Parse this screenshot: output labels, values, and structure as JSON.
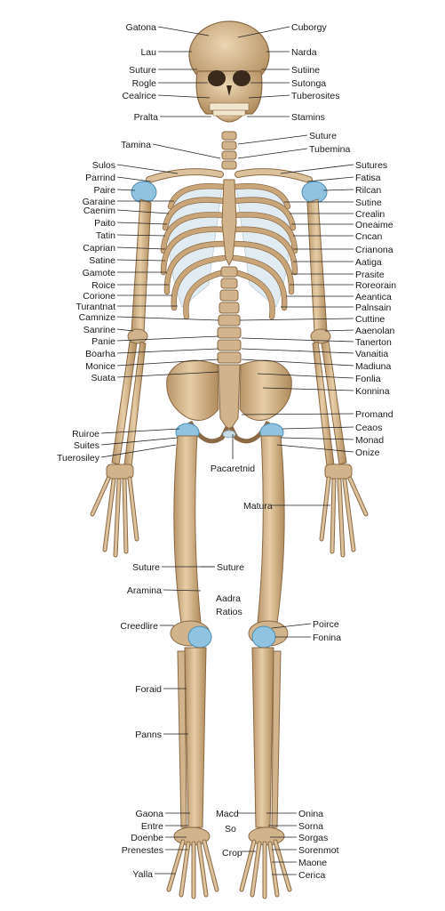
{
  "labels_left": [
    "Gatona",
    "Lau",
    "Suture",
    "Rogle",
    "Cealrice",
    "Pralta",
    "Tamina",
    "Sulos",
    "Parrind",
    "Paire",
    "Garaine",
    "Caenim",
    "Paito",
    "Tatin",
    "Caprian",
    "Satine",
    "Gamote",
    "Roice",
    "Corione",
    "Turantnat",
    "Camnize",
    "Sanrine",
    "Panie",
    "Boarha",
    "Monice",
    "Suata",
    "Ruiroe",
    "Suites",
    "Tuerosiley",
    "Suture",
    "Aramina",
    "Creedlire",
    "Foraid",
    "Panns",
    "Gaona",
    "Entre",
    "Doenbe",
    "Prenestes",
    "Yalla"
  ],
  "labels_right": [
    "Cuborgy",
    "Narda",
    "Sutiine",
    "Sutonga",
    "Tuberosites",
    "Stamins",
    "Suture",
    "Tubemina",
    "Sutures",
    "Fatisa",
    "Rilcan",
    "Sutine",
    "Crealin",
    "Oneaime",
    "Cncan",
    "Crianona",
    "Aatiga",
    "Prasite",
    "Roreorain",
    "Aeantica",
    "Palnsain",
    "Cuttine",
    "Aaenolan",
    "Tanerton",
    "Vanaitia",
    "Madiuna",
    "Fonlia",
    "Konnina",
    "Promand",
    "Ceaos",
    "Monad",
    "Onize",
    "Onina",
    "Sorna",
    "Sorgas",
    "Sorenmot",
    "Maone",
    "Cerica"
  ],
  "labels_center": [
    "Pacaretnid",
    "Matura",
    "Suture",
    "Aadra",
    "Ratios",
    "Poirce",
    "Fonina",
    "Macd",
    "So",
    "Crop"
  ],
  "colors": {
    "bone": "#d9bc94",
    "bone_shadow": "#b08b5c",
    "bone_outline": "#8a6a45",
    "cartilage": "#c9dde8",
    "joint": "#8fc3e0",
    "label_text": "#1a1a1a"
  }
}
